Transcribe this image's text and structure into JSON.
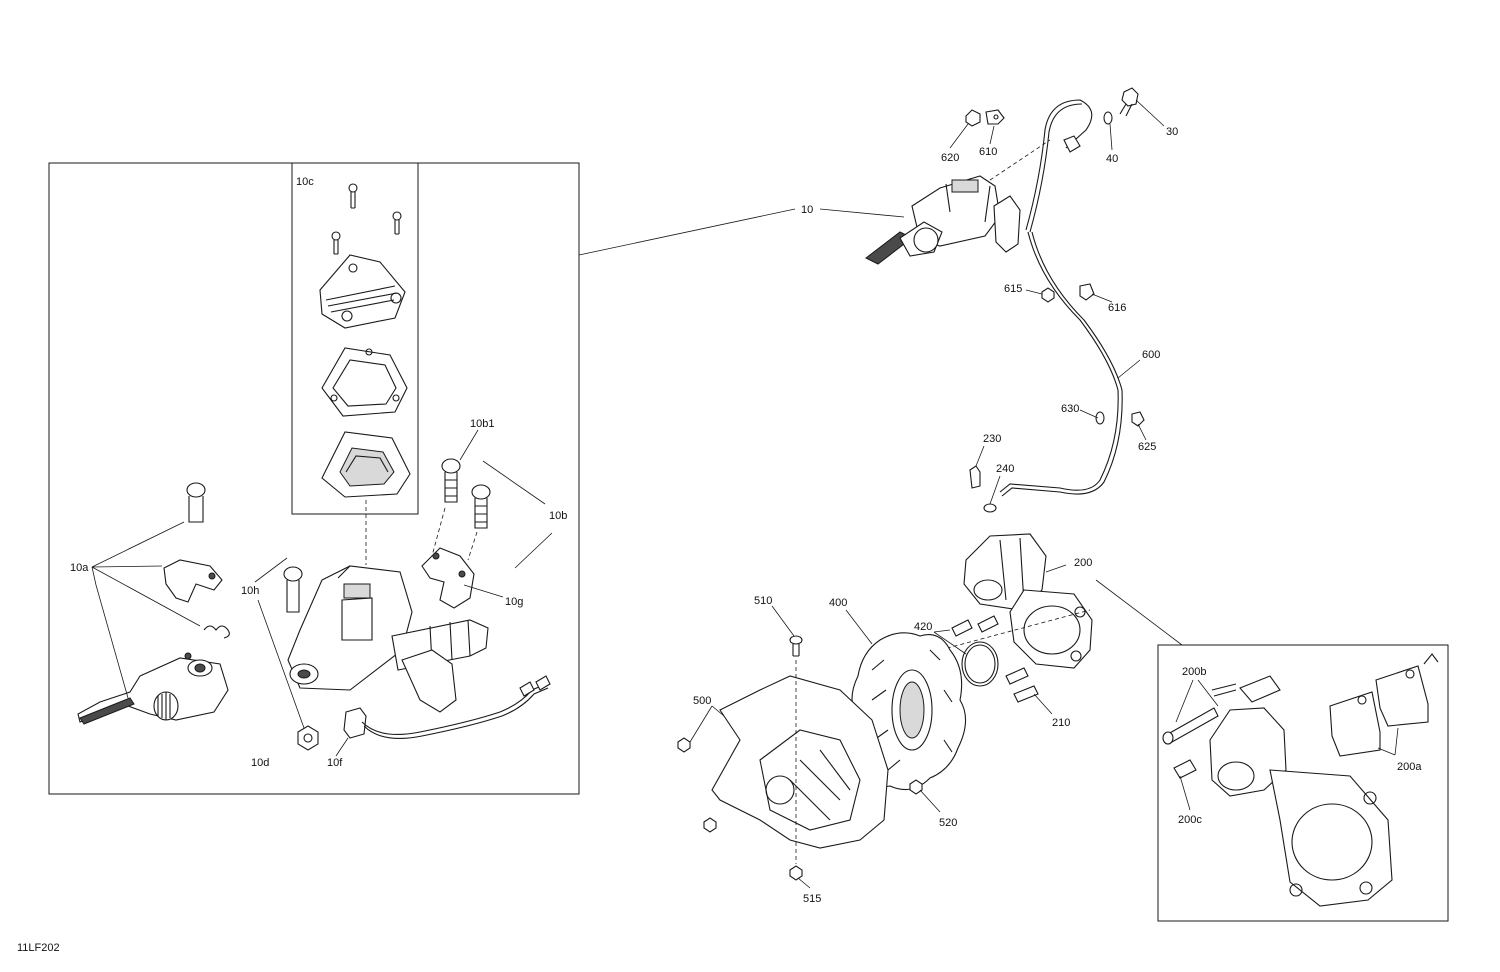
{
  "drawing_code": "11LF202",
  "callouts": {
    "c10": "10",
    "c10a": "10a",
    "c10b": "10b",
    "c10b1": "10b1",
    "c10c": "10c",
    "c10d": "10d",
    "c10f": "10f",
    "c10g": "10g",
    "c10h": "10h",
    "c30": "30",
    "c40": "40",
    "c200": "200",
    "c200a": "200a",
    "c200b": "200b",
    "c200c": "200c",
    "c210": "210",
    "c230": "230",
    "c240": "240",
    "c400": "400",
    "c420": "420",
    "c500": "500",
    "c510": "510",
    "c515": "515",
    "c520": "520",
    "c600": "600",
    "c610": "610",
    "c615": "615",
    "c616": "616",
    "c620": "620",
    "c625": "625",
    "c630": "630"
  }
}
